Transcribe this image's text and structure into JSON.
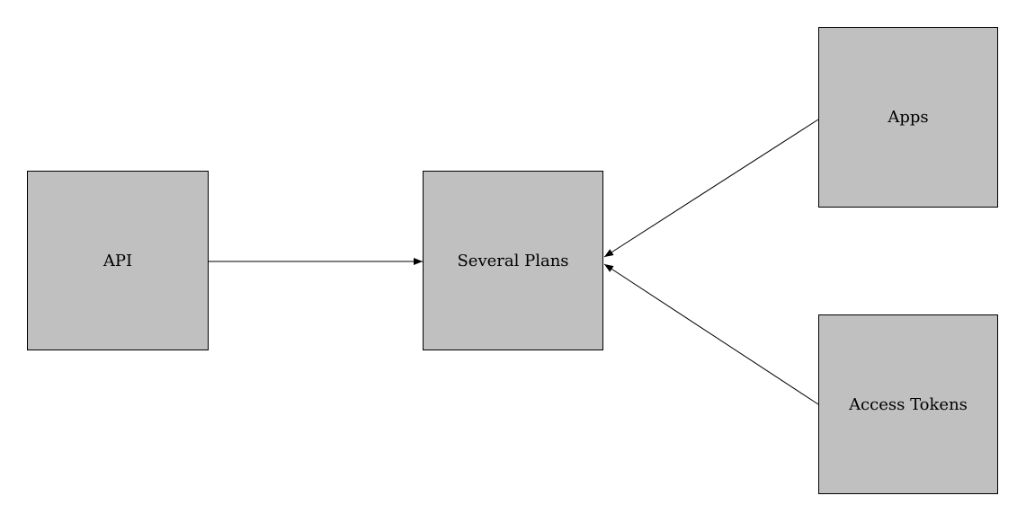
{
  "diagram": {
    "background_color": "#ffffff",
    "node_fill_color": "#c0c0c0",
    "node_border_color": "#000000",
    "edge_color": "#000000",
    "text_color": "#000000",
    "nodes": [
      {
        "id": "api",
        "label": "API"
      },
      {
        "id": "several_plans",
        "label": "Several Plans"
      },
      {
        "id": "apps",
        "label": "Apps"
      },
      {
        "id": "access_tokens",
        "label": "Access Tokens"
      }
    ],
    "edges": [
      {
        "from": "API",
        "to": "Several Plans",
        "arrowhead": "end"
      },
      {
        "from": "Apps",
        "to": "Several Plans",
        "arrowhead": "end"
      },
      {
        "from": "Access Tokens",
        "to": "Several Plans",
        "arrowhead": "end"
      }
    ]
  }
}
